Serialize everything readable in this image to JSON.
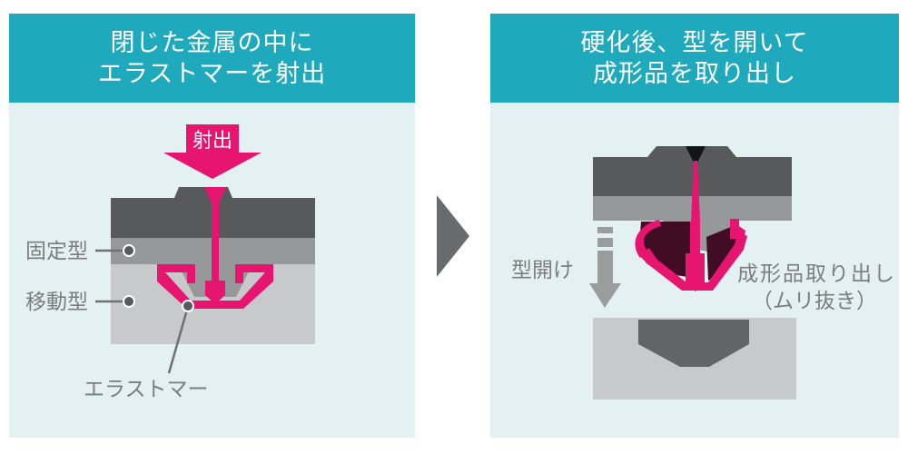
{
  "left_panel": {
    "header_line1": "閉じた金属の中に",
    "header_line2": "エラストマーを射出",
    "injection_label": "射出",
    "fixed_mold_label": "固定型",
    "moving_mold_label": "移動型",
    "elastomer_label": "エラストマー"
  },
  "right_panel": {
    "header_line1": "硬化後、型を開いて",
    "header_line2": "成形品を取り出し",
    "mold_open_label": "型開け",
    "takeout_label_line1": "成形品取り出し",
    "takeout_label_line2": "（ムリ抜き）"
  },
  "colors": {
    "header_teal": "#1FA9BC",
    "panel_background": "#E4F1F3",
    "mold_dark_gray": "#58595A",
    "mold_mid_gray": "#97989A",
    "mold_light_gray": "#C8C9CA",
    "cavity_gray": "#636465",
    "elastomer_pink": "#E6156F",
    "cured_shadow_maroon": "#400D24",
    "sprue_void_black": "#121517",
    "label_gray": "#7C7D7D",
    "leader_line_gray": "#6F7071",
    "transition_arrow_gray": "#696A6B",
    "open_arrow_gray": "#9B9C9C"
  }
}
